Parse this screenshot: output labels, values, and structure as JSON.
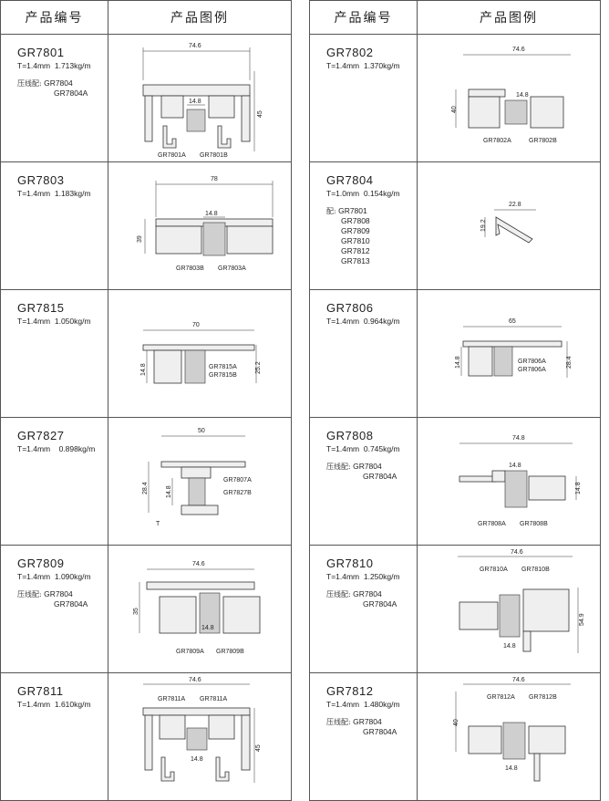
{
  "header": {
    "code_col": "产品编号",
    "image_col": "产品图例"
  },
  "left": [
    {
      "code": "GR7801",
      "spec": "T=1.4mm  1.713kg/m",
      "pair_label": "压线配:",
      "pair": [
        "GR7804",
        "GR7804A"
      ],
      "dims": [
        "74.6",
        "14.8",
        "45"
      ],
      "parts": [
        "GR7801A",
        "GR7801B"
      ]
    },
    {
      "code": "GR7803",
      "spec": "T=1.4mm  1.183kg/m",
      "pair_label": "",
      "pair": [],
      "dims": [
        "78",
        "14.8",
        "39"
      ],
      "parts": [
        "GR7803B",
        "GR7803A"
      ]
    },
    {
      "code": "GR7815",
      "spec": "T=1.4mm  1.050kg/m",
      "pair_label": "",
      "pair": [],
      "dims": [
        "70",
        "14.8",
        "25.2"
      ],
      "parts": [
        "GR7815A",
        "GR7815B"
      ]
    },
    {
      "code": "GR7827",
      "spec": "T=1.4mm    0.898kg/m",
      "pair_label": "",
      "pair": [],
      "dims": [
        "50",
        "28.4",
        "14.8",
        "T"
      ],
      "parts": [
        "GR7807A",
        "GR7827B"
      ]
    },
    {
      "code": "GR7809",
      "spec": "T=1.4mm  1.090kg/m",
      "pair_label": "压线配:",
      "pair": [
        "GR7804",
        "GR7804A"
      ],
      "dims": [
        "74.6",
        "35",
        "14.8"
      ],
      "parts": [
        "GR7809A",
        "GR7809B"
      ]
    },
    {
      "code": "GR7811",
      "spec": "T=1.4mm  1.610kg/m",
      "pair_label": "",
      "pair": [],
      "dims": [
        "74.6",
        "14.8",
        "45"
      ],
      "parts": [
        "GR7811A",
        "GR7811A"
      ]
    }
  ],
  "right": [
    {
      "code": "GR7802",
      "spec": "T=1.4mm  1.370kg/m",
      "pair_label": "",
      "pair": [],
      "dims": [
        "74.6",
        "14.8",
        "40"
      ],
      "parts": [
        "GR7802A",
        "GR7802B"
      ]
    },
    {
      "code": "GR7804",
      "spec": "T=1.0mm  0.154kg/m",
      "pair_label": "配:",
      "pair": [
        "GR7801",
        "GR7808",
        "GR7809",
        "GR7810",
        "GR7812",
        "GR7813"
      ],
      "dims": [
        "22.8",
        "19.2"
      ],
      "parts": []
    },
    {
      "code": "GR7806",
      "spec": "T=1.4mm  0.964kg/m",
      "pair_label": "",
      "pair": [],
      "dims": [
        "65",
        "14.8",
        "28.4"
      ],
      "parts": [
        "GR7806A",
        "GR7806A"
      ]
    },
    {
      "code": "GR7808",
      "spec": "T=1.4mm  0.745kg/m",
      "pair_label": "压线配:",
      "pair": [
        "GR7804",
        "GR7804A"
      ],
      "dims": [
        "74.8",
        "14.8",
        "14.8"
      ],
      "parts": [
        "GR7808A",
        "GR7808B"
      ]
    },
    {
      "code": "GR7810",
      "spec": "T=1.4mm  1.250kg/m",
      "pair_label": "压线配:",
      "pair": [
        "GR7804",
        "GR7804A"
      ],
      "dims": [
        "74.6",
        "54.9",
        "14.8"
      ],
      "parts": [
        "GR7810A",
        "GR7810B"
      ]
    },
    {
      "code": "GR7812",
      "spec": "T=1.4mm  1.480kg/m",
      "pair_label": "压线配:",
      "pair": [
        "GR7804",
        "GR7804A"
      ],
      "dims": [
        "74.6",
        "40",
        "14.8"
      ],
      "parts": [
        "GR7812A",
        "GR7812B"
      ]
    }
  ]
}
